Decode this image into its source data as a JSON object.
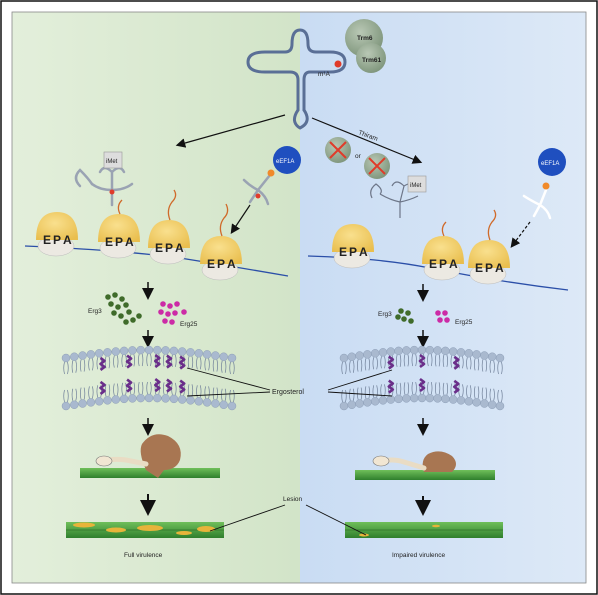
{
  "trna_top": {
    "modification": "m¹A",
    "enzymes": [
      "Trm6",
      "Trm61"
    ]
  },
  "treatment": {
    "chemical": "Thiram",
    "or_text": "or"
  },
  "left_panel": {
    "imet_label": "iMet",
    "eef_label": "eEF1A",
    "ribosome_sites": [
      "E",
      "P",
      "A"
    ],
    "erg_labels": [
      "Erg3",
      "Erg25"
    ],
    "outcome": "Full virulence"
  },
  "right_panel": {
    "imet_label": "iMet",
    "eef_label": "eEF1A",
    "ribosome_sites": [
      "E",
      "P",
      "A"
    ],
    "erg_labels": [
      "Erg3",
      "Erg25"
    ],
    "outcome": "Impaired virulence"
  },
  "shared_labels": {
    "ergosterol": "Ergosterol",
    "lesion": "Lesion"
  },
  "colors": {
    "left_bg": "#d9ead2",
    "right_bg": "#d3e3f5",
    "ribosome_large": "#f3cf6a",
    "ribosome_small": "#ece9e2",
    "eef_blue": "#1f4fbf",
    "erg3": "#3f6b2a",
    "erg25": "#cc2ba6",
    "ergosterol": "#6a2e8a",
    "leaf": "#3f9a3a",
    "lesion": "#e7b43a",
    "enzyme": "#8fa48c",
    "inhibit_x": "#e03b2a"
  }
}
